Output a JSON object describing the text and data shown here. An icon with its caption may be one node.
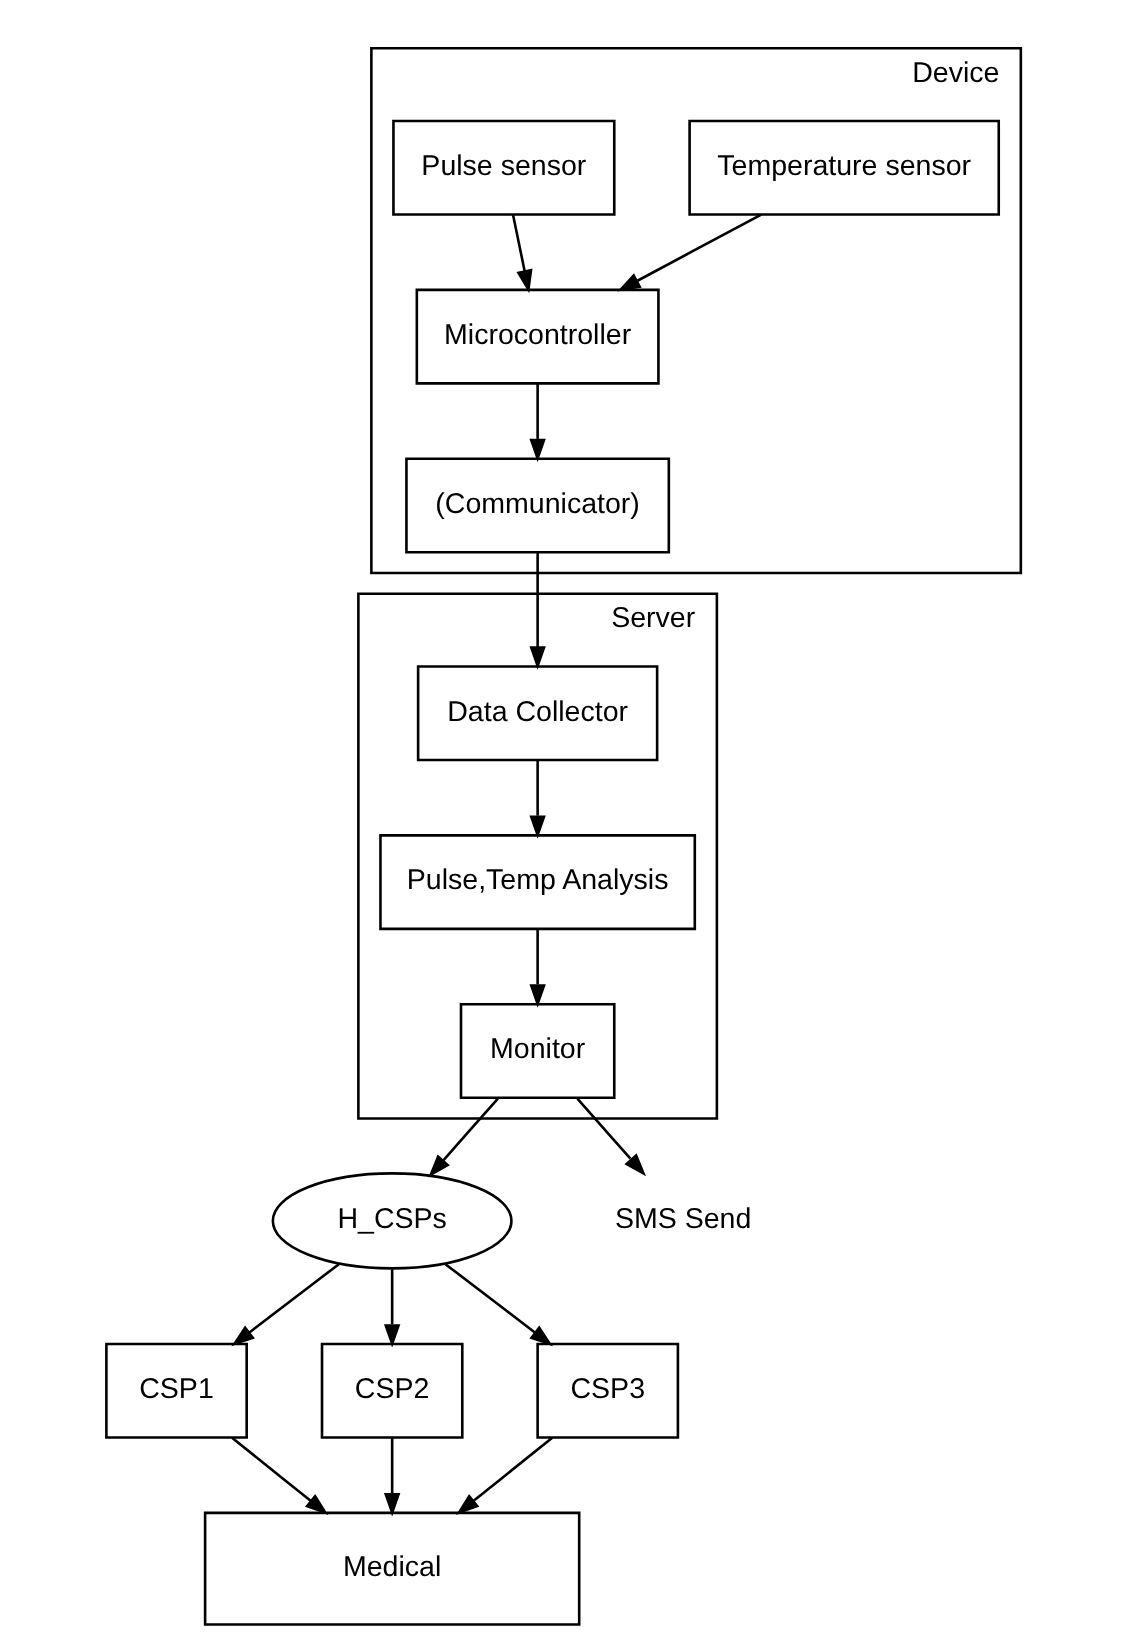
{
  "diagram": {
    "nodes": [
      {
        "text": [
          "Device"
        ]
      },
      {
        "text": [
          "Temperature sensor"
        ],
        "in": 0
      },
      {
        "text": [
          "Microcontroller"
        ],
        "in": 0
      },
      {
        "text": [
          "Pulse sensor"
        ],
        "in": 0
      },
      {
        "text": [
          "(Communicator)"
        ],
        "in": 0
      },
      {
        "text": [
          "Server"
        ]
      },
      {
        "text": [
          "Data Collector"
        ],
        "in": 5
      },
      {
        "text": [
          "Pulse,Temp Analysis"
        ],
        "in": 5
      },
      {
        "text": [
          "Monitor"
        ],
        "in": 5
      },
      {
        "text": [
          "H_CSPs"
        ]
      },
      {
        "text": [
          "SMS Send"
        ]
      },
      {
        "text": [
          "CSP1"
        ]
      },
      {
        "text": [
          "CSP2"
        ]
      },
      {
        "text": [
          "CSP3"
        ]
      },
      {
        "text": [
          "Medical"
        ]
      }
    ],
    "edges": [
      {
        "from": 1,
        "to": 2,
        "arrow": "to"
      },
      {
        "from": 3,
        "to": 2,
        "arrow": "to"
      },
      {
        "from": 2,
        "to": 4,
        "arrow": "to"
      },
      {
        "from": 4,
        "to": 6,
        "arrow": "to"
      },
      {
        "from": 6,
        "to": 7,
        "arrow": "to"
      },
      {
        "from": 7,
        "to": 8,
        "arrow": "to"
      },
      {
        "from": 8,
        "to": 9,
        "arrow": "to"
      },
      {
        "from": 8,
        "to": 10,
        "arrow": "to"
      },
      {
        "from": 9,
        "to": 11,
        "arrow": "to"
      },
      {
        "from": 9,
        "to": 12,
        "arrow": "to"
      },
      {
        "from": 9,
        "to": 13,
        "arrow": "to"
      },
      {
        "from": 11,
        "to": 14,
        "arrow": "to"
      },
      {
        "from": 12,
        "to": 14,
        "arrow": "to"
      },
      {
        "from": 13,
        "to": 14,
        "arrow": "to"
      }
    ]
  }
}
